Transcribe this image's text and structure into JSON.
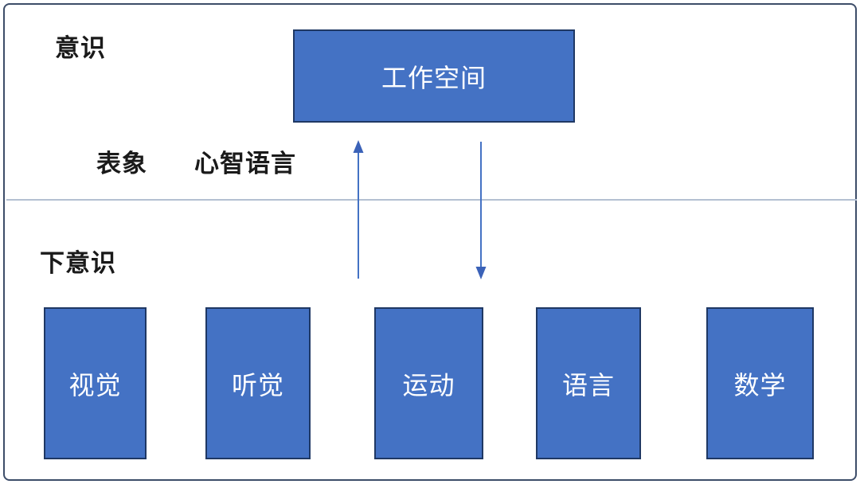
{
  "diagram": {
    "consciousness_label": "意识",
    "representation_label": "表象",
    "mental_language_label": "心智语言",
    "subconscious_label": "下意识",
    "workspace_label": "工作空间",
    "modules": [
      {
        "label": "视觉"
      },
      {
        "label": "听觉"
      },
      {
        "label": "运动"
      },
      {
        "label": "语言"
      },
      {
        "label": "数学"
      }
    ],
    "arrows": [
      {
        "name": "bottom-up-arrow",
        "direction": "up"
      },
      {
        "name": "top-down-arrow",
        "direction": "down"
      }
    ],
    "colors": {
      "module_fill": "#4472C4",
      "module_border": "#1F3864",
      "arrow": "#4472C4",
      "divider_line": "#B4C0D2",
      "frame_border": "#3D4D69",
      "label_text": "#1A1A1A",
      "box_text": "#FFFFFF"
    }
  }
}
